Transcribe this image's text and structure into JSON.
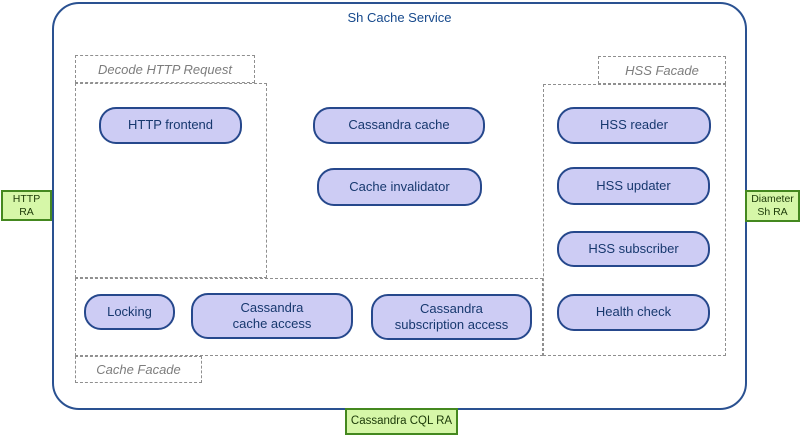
{
  "diagram": {
    "title": "Sh Cache Service",
    "regions": {
      "decode": {
        "label": "Decode HTTP Request"
      },
      "hss": {
        "label": "HSS Facade"
      },
      "cache": {
        "label": "Cache Facade"
      }
    },
    "components": [
      {
        "id": "http-frontend",
        "label": "HTTP frontend"
      },
      {
        "id": "cassandra-cache",
        "label": "Cassandra cache"
      },
      {
        "id": "cache-invalidator",
        "label": "Cache invalidator"
      },
      {
        "id": "hss-reader",
        "label": "HSS reader"
      },
      {
        "id": "hss-updater",
        "label": "HSS updater"
      },
      {
        "id": "hss-subscriber",
        "label": "HSS subscriber"
      },
      {
        "id": "locking",
        "label": "Locking"
      },
      {
        "id": "cassandra-cache-access",
        "label": "Cassandra\ncache access"
      },
      {
        "id": "cassandra-subscription-access",
        "label": "Cassandra\nsubscription access"
      },
      {
        "id": "health-check",
        "label": "Health check"
      }
    ],
    "resource_adapters": [
      {
        "id": "http-ra",
        "label": "HTTP\nRA"
      },
      {
        "id": "diameter-sh-ra",
        "label": "Diameter\nSh RA"
      },
      {
        "id": "cassandra-cql-ra",
        "label": "Cassandra CQL RA"
      }
    ],
    "colors": {
      "component_fill": "#cdccf4",
      "component_border": "#26488c",
      "component_text": "#17386e",
      "adapter_fill": "#d6f7a8",
      "adapter_border": "#44881f",
      "container_border": "#2a5191",
      "region_dash": "#8f8f8f",
      "region_label_text": "#7d7d7d",
      "title_text": "#16498c"
    }
  }
}
